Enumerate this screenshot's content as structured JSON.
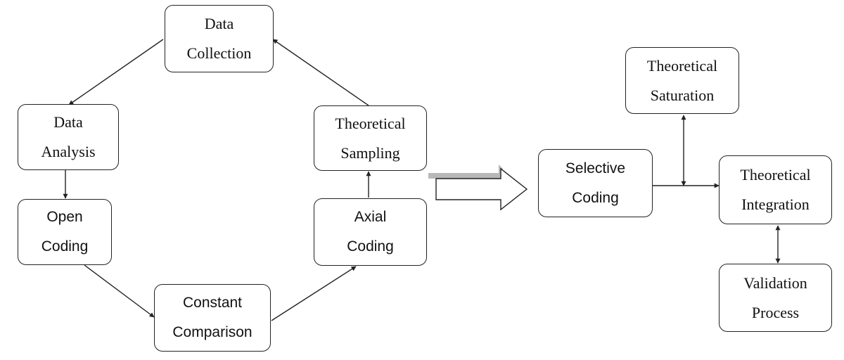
{
  "diagram": {
    "nodes": {
      "data_collection": {
        "line1": "Data",
        "line2": "Collection"
      },
      "data_analysis": {
        "line1": "Data",
        "line2": "Analysis"
      },
      "open_coding": {
        "line1": "Open",
        "line2": "Coding"
      },
      "constant_comparison": {
        "line1": "Constant",
        "line2": "Comparison"
      },
      "axial_coding": {
        "line1": "Axial",
        "line2": "Coding"
      },
      "theoretical_sampling": {
        "line1": "Theoretical",
        "line2": "Sampling"
      },
      "selective_coding": {
        "line1": "Selective",
        "line2": "Coding"
      },
      "theoretical_saturation": {
        "line1": "Theoretical",
        "line2": "Saturation"
      },
      "theoretical_integration": {
        "line1": "Theoretical",
        "line2": "Integration"
      },
      "validation_process": {
        "line1": "Validation",
        "line2": "Process"
      }
    },
    "edges": [
      {
        "from": "data_collection",
        "to": "data_analysis"
      },
      {
        "from": "data_analysis",
        "to": "open_coding"
      },
      {
        "from": "open_coding",
        "to": "constant_comparison"
      },
      {
        "from": "constant_comparison",
        "to": "axial_coding"
      },
      {
        "from": "axial_coding",
        "to": "theoretical_sampling"
      },
      {
        "from": "theoretical_sampling",
        "to": "data_collection"
      },
      {
        "from": "selective_coding",
        "to": "theoretical_integration"
      },
      {
        "from": "selective_coding",
        "to": "theoretical_saturation",
        "bidirectional": true
      },
      {
        "from": "theoretical_integration",
        "to": "validation_process",
        "bidirectional": true
      }
    ],
    "colors": {
      "line": "#222222",
      "block_arrow_shadow": "#b8b8b8"
    }
  }
}
